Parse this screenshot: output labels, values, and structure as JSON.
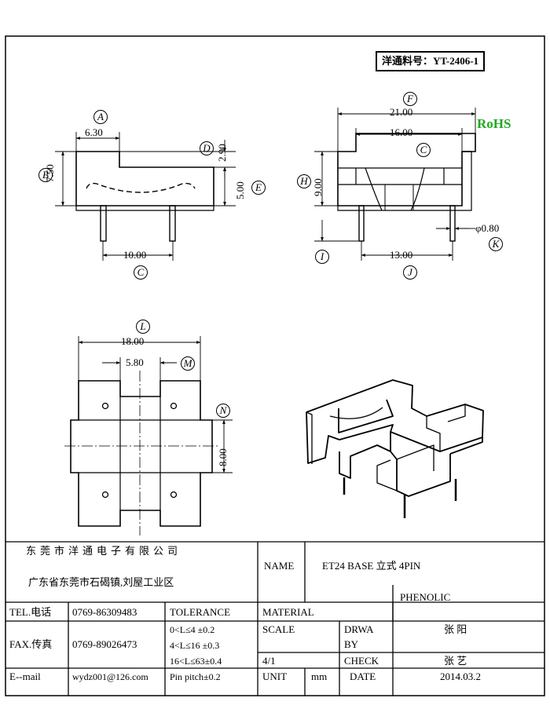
{
  "header": {
    "part_number": "洋通料号：YT-2406-1",
    "rohs": "RoHS"
  },
  "dimensions": {
    "A": "6.30",
    "B": "7.50",
    "C": "10.00",
    "D": "2.90",
    "E": "5.00",
    "F": "21.00",
    "C2": "16.00",
    "H": "9.00",
    "J": "13.00",
    "K": "φ0.80",
    "L": "18.00",
    "M": "5.80",
    "N": "8.00"
  },
  "labels": {
    "A": "A",
    "B": "B",
    "C": "C",
    "D": "D",
    "E": "E",
    "F": "F",
    "H": "H",
    "I": "I",
    "J": "J",
    "K": "K",
    "L": "L",
    "M": "M",
    "N": "N"
  },
  "title_block": {
    "company": "东莞市洋通电子有限公司",
    "address": "广东省东莞市石碣镇,刘屋工业区",
    "name_label": "NAME",
    "name_value": "ET24 BASE  立式  4PIN",
    "tel_label": "TEL.电话",
    "tel_value": "0769-86309483",
    "tolerance_label": "TOLERANCE",
    "material_label": "MATERIAL",
    "material_value": "PHENOLIC",
    "fax_label": "FAX.传真",
    "fax_value": "0769-89026473",
    "tol_1": "0<L≤4   ±0.2",
    "tol_2": "4<L≤16  ±0.3",
    "tol_3": "16<L≤63±0.4",
    "tol_4": "Pin pitch±0.2",
    "scale_label": "SCALE",
    "scale_value": "4/1",
    "drawn_label_1": "DRWA",
    "drawn_label_2": "BY",
    "drawn_value": "张 阳",
    "check_label": "CHECK",
    "check_value": "张 艺",
    "email_label": "E--mail",
    "email_value": "wydz001@126.com",
    "unit_label": "UNIT",
    "unit_value": "mm",
    "date_label": "DATE",
    "date_value": "2014.03.2"
  }
}
